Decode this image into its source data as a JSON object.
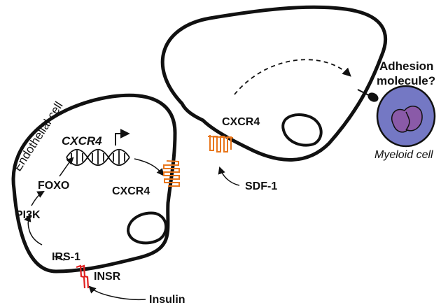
{
  "labels": {
    "endothelial_cell": "Endothelial cell",
    "cxcr4_gene": "CXCR4",
    "foxo": "FOXO",
    "pi3k": "PI3K",
    "irs1": "IRS-1",
    "insr": "INSR",
    "insulin": "Insulin",
    "cxcr4_left": "CXCR4",
    "cxcr4_right": "CXCR4",
    "sdf1": "SDF-1",
    "adhesion_line1": "Adhesion",
    "adhesion_line2": "molecule?",
    "myeloid_cell": "Myeloid cell"
  },
  "colors": {
    "outline": "#111111",
    "receptor": "#e8761c",
    "insr": "#e02020",
    "myeloid_fill": "#7478c4",
    "nucleus_fill": "#8a5aa8"
  }
}
